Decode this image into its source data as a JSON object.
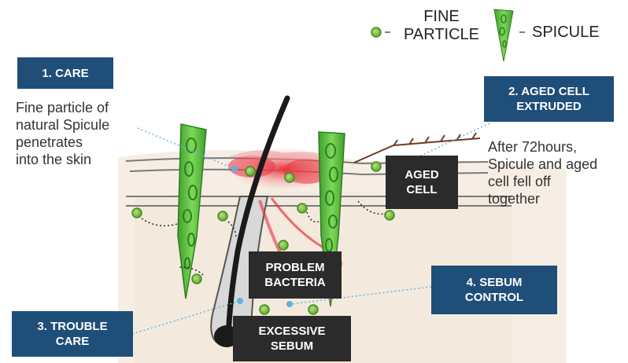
{
  "legend": {
    "particle_label": "FINE\nPARTICLE",
    "spicule_label": "SPICULE"
  },
  "steps": {
    "care": {
      "label": "1. CARE",
      "description": "Fine particle of\nnatural Spicule\npenetrates\ninto the skin"
    },
    "aged_cell_extruded": {
      "label": "2. AGED CELL\nEXTRUDED",
      "description": "After 72hours,\nSpicule and aged\ncell fell off\ntogether"
    },
    "trouble_care": {
      "label": "3. TROUBLE\nCARE"
    },
    "sebum_control": {
      "label": "4. SEBUM\nCONTROL"
    }
  },
  "callouts": {
    "aged_cell": "AGED\nCELL",
    "problem_bacteria": "PROBLEM\nBACTERIA",
    "excessive_sebum": "EXCESSIVE\nSEBUM"
  },
  "colors": {
    "box_blue": "#1f4e79",
    "box_dark": "#2b2b2b",
    "spicule_green": "#4caf3a",
    "particle_green": "#7cc242",
    "inflammation_red": "#e8323c",
    "hair_dark": "#1a1a1a",
    "dotted_line_blue": "#6fb3d9"
  },
  "icons": {
    "particle": "green-dot",
    "spicule": "green-spike"
  }
}
